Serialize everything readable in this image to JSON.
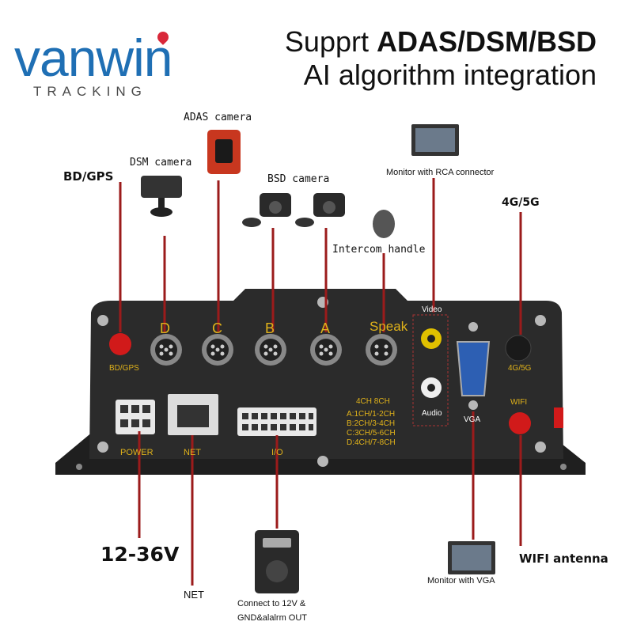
{
  "brand": {
    "name": "vanwin",
    "tagline": "TRACKING"
  },
  "headline": {
    "line1_prefix": "Supprt ",
    "line1_bold": "ADAS/DSM/BSD",
    "line2": "AI algorithm integration"
  },
  "callouts": {
    "adas_camera": "ADAS camera",
    "dsm_camera": "DSM camera",
    "bd_gps": "BD/GPS",
    "bsd_camera": "BSD camera",
    "monitor_rca": "Monitor with RCA connector",
    "intercom": "Intercom handle",
    "g4g5": "4G/5G",
    "voltage": "12-36V",
    "net": "NET",
    "io_line1": "Connect to 12V &",
    "io_line2": "GND&alalrm OUT",
    "monitor_vga": "Monitor with VGA",
    "wifi_antenna": "WIFI antenna"
  },
  "panel": {
    "port_d": "D",
    "port_c": "C",
    "port_b": "B",
    "port_a": "A",
    "speak": "Speak",
    "video": "Video",
    "audio": "Audio",
    "vga": "VGA",
    "bd_gps": "BD/GPS",
    "g4g5": "4G/5G",
    "wifi": "WIFI",
    "power": "POWER",
    "net": "NET",
    "io": "I/O",
    "ch_header": "4CH  8CH",
    "ch_rows": [
      "A:1CH/1-2CH",
      "B:2CH/3-4CH",
      "C:3CH/5-6CH",
      "D:4CH/7-8CH"
    ]
  },
  "colors": {
    "brand_blue": "#1f6fb4",
    "brand_pin": "#d9283a",
    "lead_line": "#9b1b1b",
    "panel": "#2b2b2b",
    "panel_label": "#e0b21a",
    "antenna_red": "#d11a1a"
  }
}
